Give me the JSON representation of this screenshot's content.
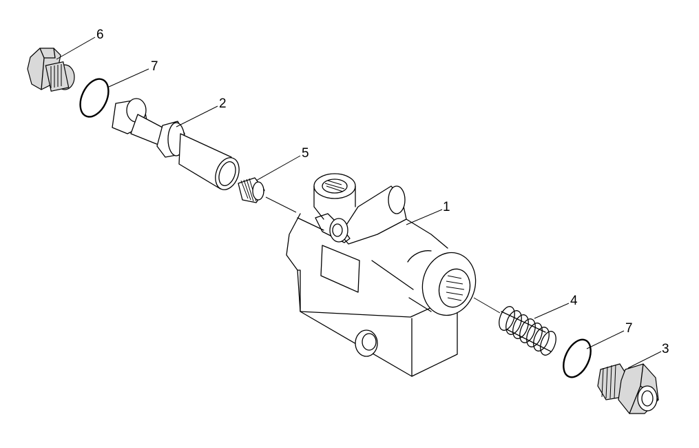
{
  "callouts": [
    {
      "id": "1",
      "label": "1"
    },
    {
      "id": "2",
      "label": "2"
    },
    {
      "id": "3",
      "label": "3"
    },
    {
      "id": "4",
      "label": "4"
    },
    {
      "id": "5",
      "label": "5"
    },
    {
      "id": "6",
      "label": "6"
    },
    {
      "id": "7a",
      "label": "7"
    },
    {
      "id": "7b",
      "label": "7"
    }
  ]
}
